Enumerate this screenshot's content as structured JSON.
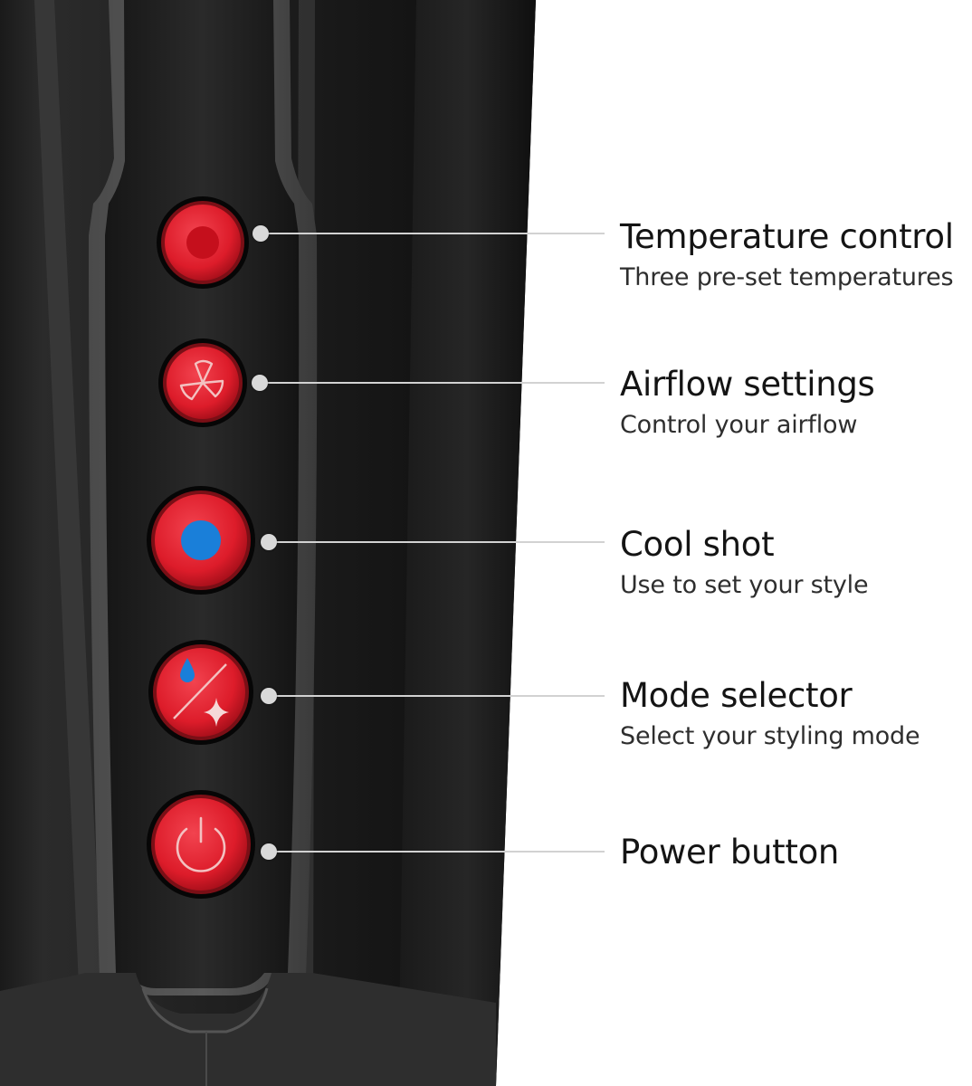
{
  "colors": {
    "button_red": "#e3202e",
    "cool_blue": "#1a7fd9",
    "body_dark": "#141414",
    "body_grey": "#3b3b3b"
  },
  "controls": [
    {
      "id": "temperature",
      "icon": "temperature-dot-icon",
      "title": "Temperature control",
      "subtitle": "Three pre-set temperatures"
    },
    {
      "id": "airflow",
      "icon": "fan-icon",
      "title": "Airflow settings",
      "subtitle": "Control your airflow"
    },
    {
      "id": "cool-shot",
      "icon": "cool-dot-icon",
      "title": "Cool shot",
      "subtitle": "Use to set your style"
    },
    {
      "id": "mode",
      "icon": "drop-sparkle-icon",
      "title": "Mode selector",
      "subtitle": "Select your styling mode"
    },
    {
      "id": "power",
      "icon": "power-icon",
      "title": "Power button",
      "subtitle": ""
    }
  ]
}
